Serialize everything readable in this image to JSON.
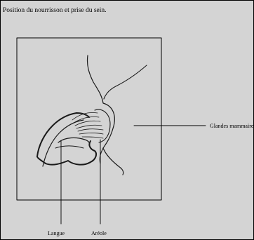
{
  "title": "Position du nourrisson et prise du sein.",
  "labels": {
    "glandes": "Glandes mammaires",
    "langue": "Langue",
    "areole": "Aréole"
  }
}
